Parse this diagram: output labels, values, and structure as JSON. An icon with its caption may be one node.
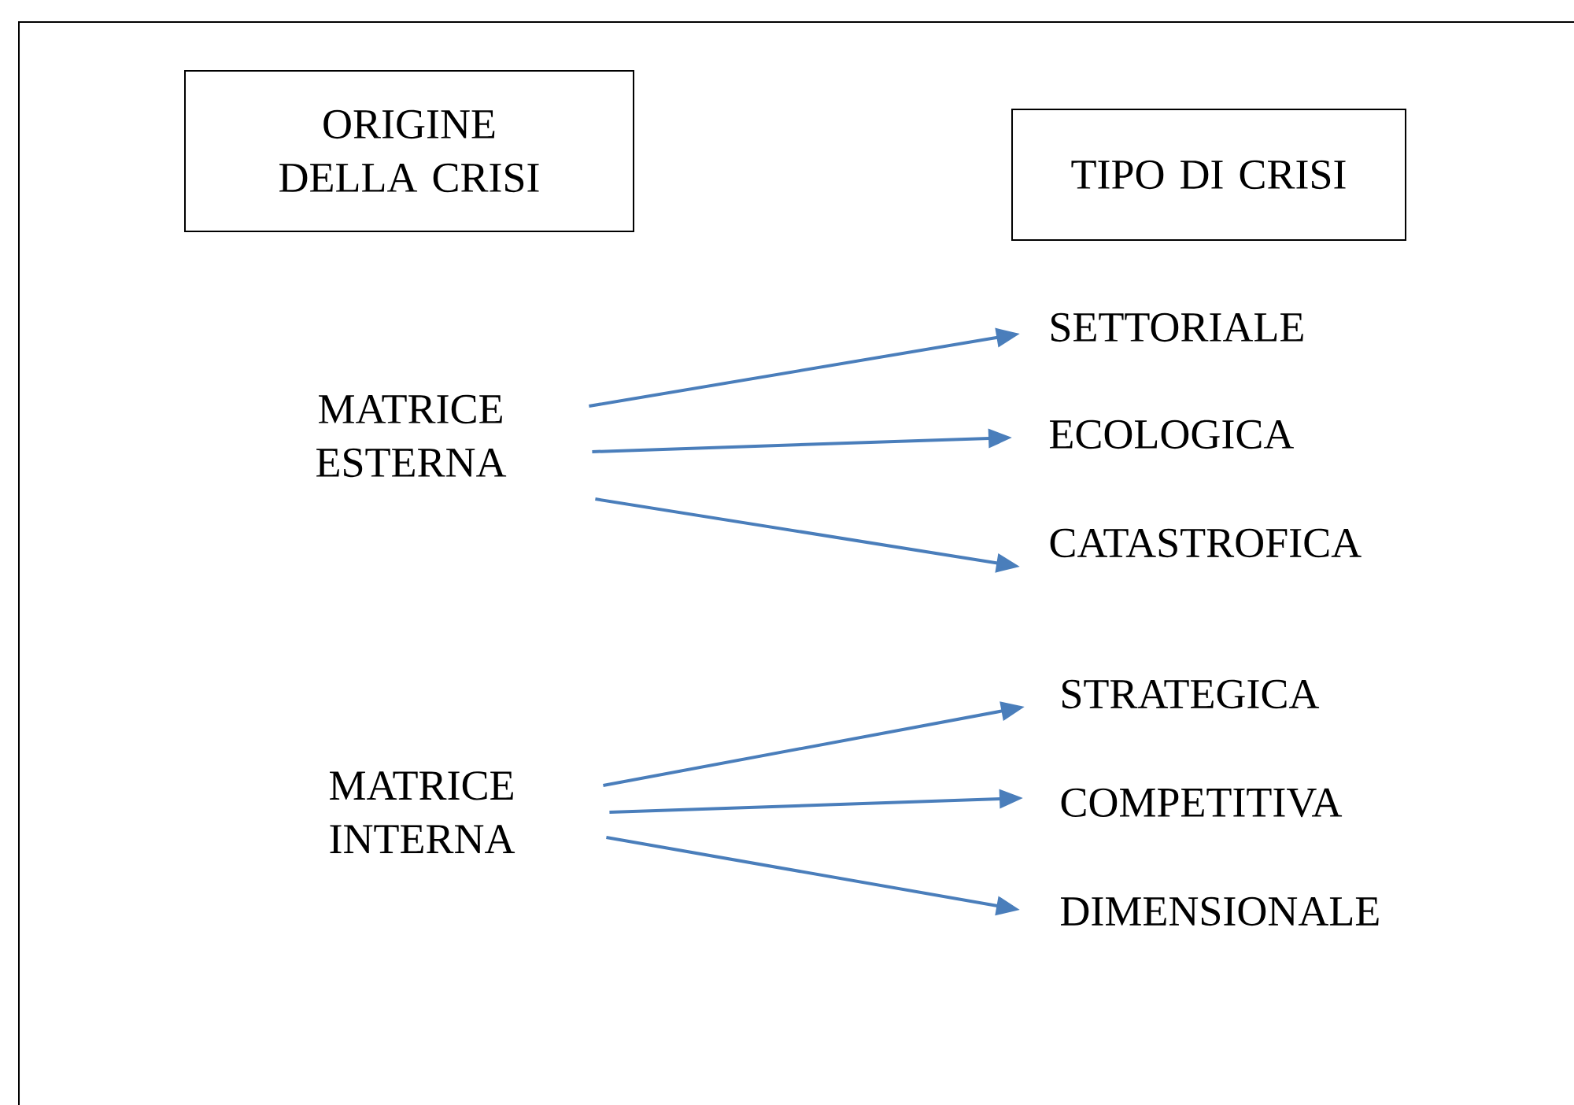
{
  "diagram": {
    "nodes": [
      {
        "text": [
          "ORIGINE DELLA CRISI"
        ]
      },
      {
        "text": [
          "TIPO DI CRISI"
        ]
      },
      {
        "text": [
          "MATRICE ESTERNA"
        ]
      },
      {
        "text": [
          "SETTORIALE"
        ]
      },
      {
        "text": [
          "ECOLOGICA"
        ]
      },
      {
        "text": [
          "CATASTROFICA"
        ]
      },
      {
        "text": [
          "MATRICE INTERNA"
        ]
      },
      {
        "text": [
          "STRATEGICA"
        ]
      },
      {
        "text": [
          "COMPETITIVA"
        ]
      },
      {
        "text": [
          "DIMENSIONALE"
        ]
      }
    ],
    "edges": [
      {
        "from": 2,
        "to": 3,
        "arrow": "to"
      },
      {
        "from": 2,
        "to": 4,
        "arrow": "to"
      },
      {
        "from": 2,
        "to": 5,
        "arrow": "to"
      },
      {
        "from": 6,
        "to": 7,
        "arrow": "to"
      },
      {
        "from": 6,
        "to": 8,
        "arrow": "to"
      },
      {
        "from": 6,
        "to": 9,
        "arrow": "to"
      }
    ]
  }
}
